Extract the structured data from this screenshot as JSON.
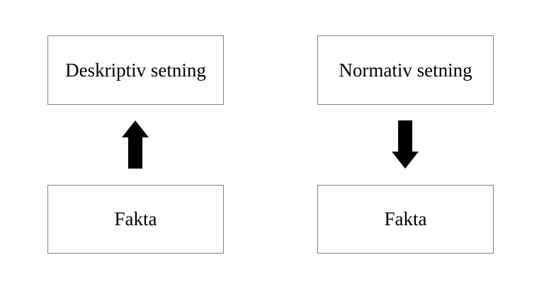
{
  "diagram": {
    "left": {
      "top_label": "Deskriptiv setning",
      "bottom_label": "Fakta",
      "arrow_direction": "up"
    },
    "right": {
      "top_label": "Normativ setning",
      "bottom_label": "Fakta",
      "arrow_direction": "down"
    },
    "colors": {
      "box_border": "#7f7f7f",
      "arrow": "#000000",
      "text": "#000000"
    }
  }
}
